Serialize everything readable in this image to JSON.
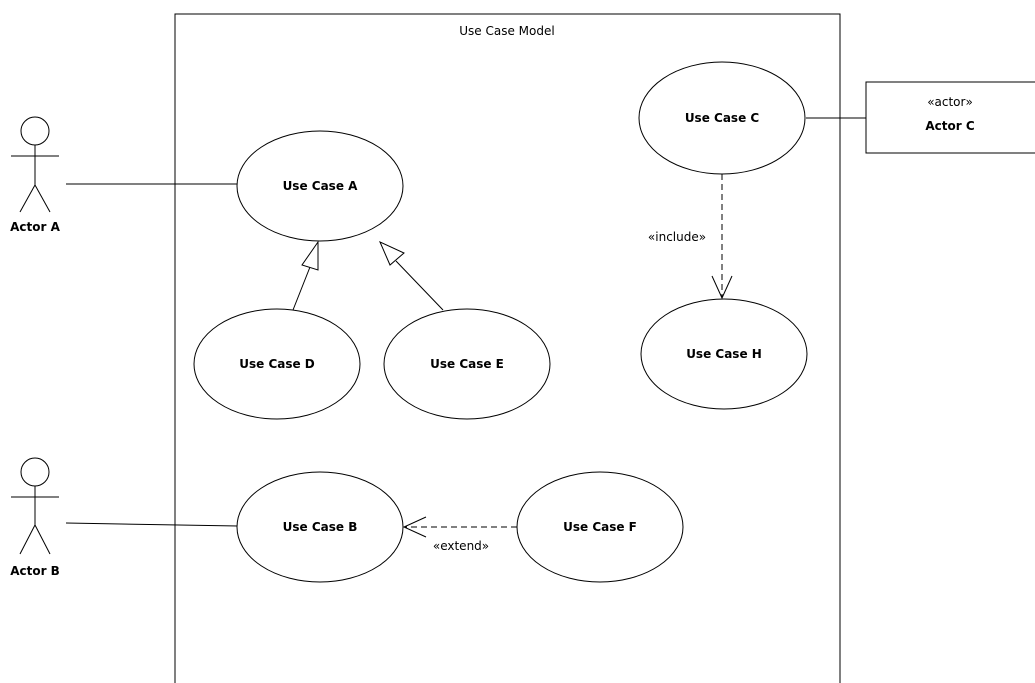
{
  "system": {
    "title": "Use Case Model"
  },
  "actors": {
    "a": {
      "label": "Actor A"
    },
    "b": {
      "label": "Actor B"
    },
    "c": {
      "stereotype": "«actor»",
      "label": "Actor C"
    }
  },
  "use_cases": {
    "a": "Use Case A",
    "b": "Use Case B",
    "c": "Use Case C",
    "d": "Use Case D",
    "e": "Use Case E",
    "f": "Use Case F",
    "h": "Use Case H"
  },
  "relations": {
    "include_label": "«include»",
    "extend_label": "«extend»"
  }
}
